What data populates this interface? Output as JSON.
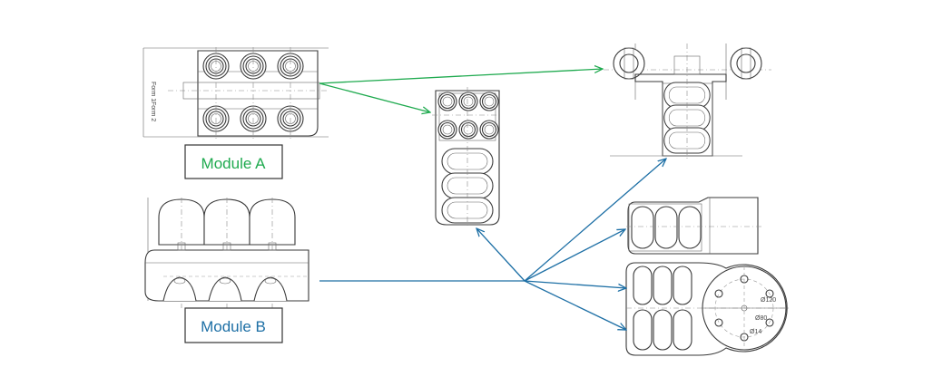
{
  "labels": {
    "module_a": "Module A",
    "module_b": "Module B",
    "form_1": "Form 1",
    "form_2": "Form 2",
    "dim_1": "Ø120",
    "dim_2": "Ø80",
    "dim_3": "Ø14"
  },
  "colors": {
    "module_a": "#1faa4f",
    "module_b": "#1d6fa5",
    "line": "#3a3a3a"
  }
}
